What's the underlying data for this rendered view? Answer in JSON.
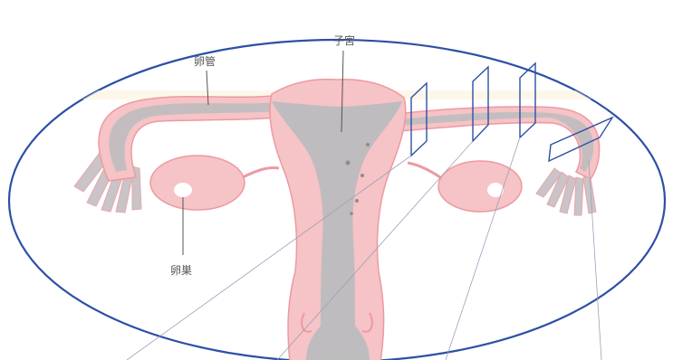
{
  "labels": {
    "uterus": "子宮",
    "fallopian_tube": "卵管",
    "ovary": "卵巣"
  },
  "colors": {
    "outline": "#2d4fa6",
    "tissue_pink": "#f6c3c6",
    "tissue_edge": "#ec9aa2",
    "cavity_gray": "#bfbcbf",
    "fimbria_gray": "#b9b6b9",
    "leader_line": "#555555"
  }
}
